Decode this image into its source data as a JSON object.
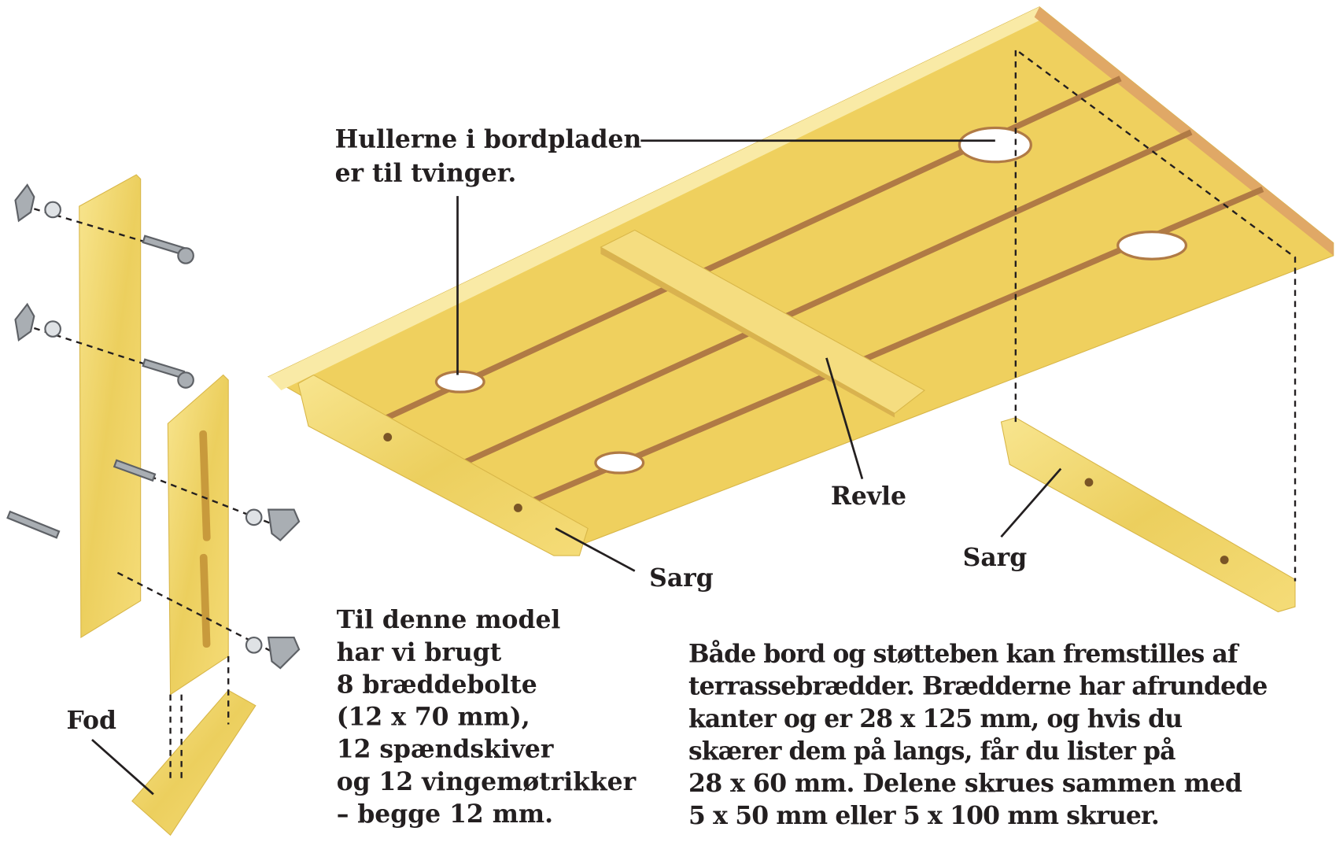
{
  "labels": {
    "holes_line1": "Hullerne i bordpladen",
    "holes_line2": "er til tvinger.",
    "revle": "Revle",
    "sarg_left": "Sarg",
    "sarg_right": "Sarg",
    "fod": "Fod"
  },
  "materials_text": [
    "Til denne model",
    "har vi brugt",
    "8 bræddebolte",
    "(12 x 70 mm),",
    "12 spændskiver",
    "og 12 vingemøtrikker",
    "– begge 12 mm."
  ],
  "description_text": [
    "Både bord og støtteben kan fremstilles af",
    "terrassebrædder. Brædderne har afrundede",
    "kanter og er 28 x 125 mm, og hvis du",
    "skærer dem på langs, får du lister på",
    "28 x 60 mm. Delene skrues sammen med",
    "5 x 50 mm eller 5 x 100 mm skruer."
  ],
  "colors": {
    "wood": "#f2d36b",
    "wood_light": "#f8e79a",
    "gap": "#b07a45",
    "ink": "#231f20"
  }
}
